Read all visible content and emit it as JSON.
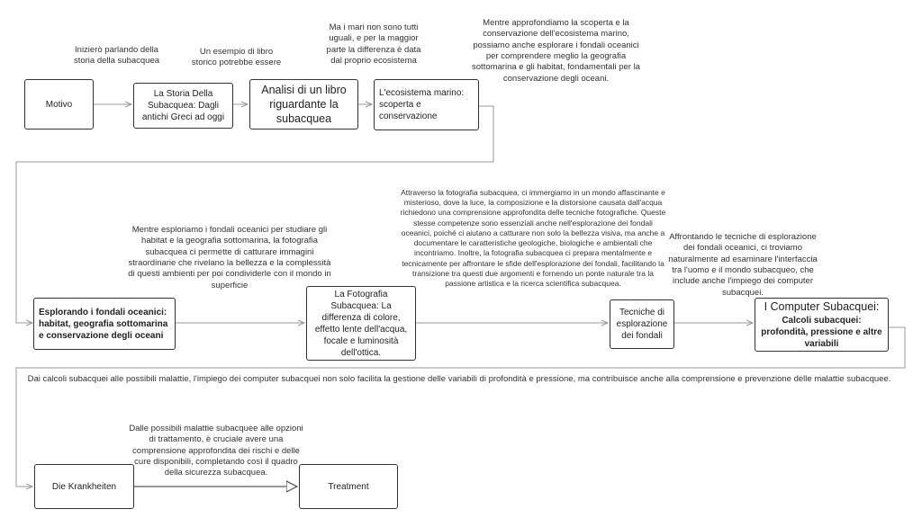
{
  "nodes": {
    "motivo": "Motivo",
    "storia": "La Storia Della Subacquea: Dagli antichi Greci ad oggi",
    "analisi": "Analisi di un libro riguardante la subacquea",
    "ecosistema": "L'ecosistema marino: scoperta e conservazione",
    "esplorando": "Esplorando i fondali oceanici: habitat, geografia sottomarina e conservazione degli oceani",
    "fotografia": "La Fotografia Subacquea: La differenza di colore, effetto lente dell'acqua, focale e luminosità dell'ottica.",
    "tecniche": "Tecniche di esplorazione dei fondali",
    "computer_title": "I Computer Subacquei:",
    "computer_sub": "Calcoli subacquei: profondità, pressione e altre variabili",
    "krankheiten": "Die Krankheiten",
    "treatment": "Treatment"
  },
  "notes": {
    "storia": "Inizierò parlando della storia della subacquea",
    "analisi": "Un esempio di libro storico potrebbe essere",
    "mari": "Ma i mari non sono tutti uguali, e per la maggior parte la differenza è data dal proprio ecosistema",
    "approfondiamo": "Mentre approfondiamo la scoperta e la conservazione dell'ecosistema marino, possiamo anche esplorare i fondali oceanici per comprendere meglio la geografia sottomarina e gli habitat, fondamentali per la conservazione degli oceani.",
    "esploriamo": "Mentre esploriamo i fondali oceanici per studiare gli habitat e la geografia sottomarina, la fotografia subacquea ci permette di catturare immagini straordinarie che rivelano la bellezza e la complessità di questi ambienti per poi condividerle con il mondo in superficie",
    "attraverso": "Attraverso la fotografia subacquea, ci immergiamo in un mondo affascinante e misterioso, dove la luce, la composizione e la distorsione causata dall'acqua richiedono una comprensione approfondita delle tecniche fotografiche. Queste stesse competenze sono essenziali anche nell'esplorazione dei fondali oceanici, poiché ci aiutano a catturare non solo la bellezza visiva, ma anche a documentare le caratteristiche geologiche, biologiche e ambientali che incontriamo. Inoltre, la fotografia subacquea ci prepara mentalmente e tecnicamente per affrontare le sfide dell'esplorazione dei fondali, facilitando la transizione tra questi due argomenti e fornendo un ponte naturale tra la passione artistica e la ricerca scientifica subacquea.",
    "affrontando": "Affrontando le tecniche di esplorazione dei fondali oceanici, ci troviamo naturalmente ad esaminare l'interfaccia tra l'uomo e il mondo subacqueo, che include anche l'impiego dei computer subacquei.",
    "calcoli": "Dai calcoli subacquei alle possibili malattie, l'impiego dei computer subacquei non solo facilita la gestione delle variabili di profondità e pressione, ma contribuisce anche alla comprensione e prevenzione delle malattie subacquee.",
    "malattie": "Dalle possibili malattie subacquee alle opzioni di trattamento, è cruciale avere una comprensione approfondita dei rischi e delle cure disponibili, completando così il quadro della sicurezza subacquea."
  },
  "colors": {
    "line": "#999999",
    "border": "#333333",
    "text": "#222222"
  }
}
